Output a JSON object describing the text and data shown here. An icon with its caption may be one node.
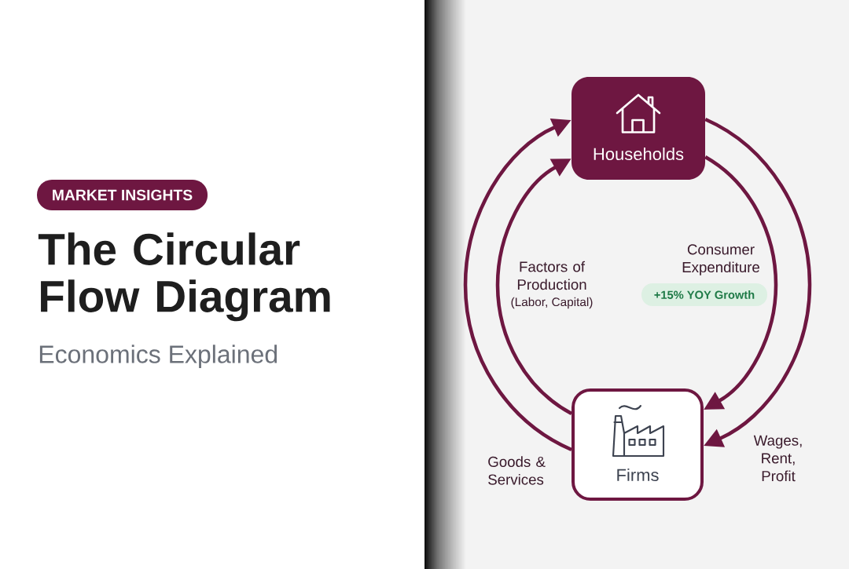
{
  "diagram": {
    "title": "The Circular Flow Diagram",
    "nodes": [
      {
        "text": [
          "MARKET INSIGHTS"
        ]
      },
      {
        "text": [
          "Households"
        ]
      },
      {
        "text": [
          "+15% YOY Growth"
        ]
      },
      {
        "text": [
          "Firms"
        ]
      }
    ],
    "edges": [
      {
        "from": 3,
        "to": 1,
        "arrow": "to",
        "label": "Goods & Services"
      },
      {
        "from": 3,
        "to": 1,
        "arrow": "to",
        "label": "Factors of Production"
      },
      {
        "from": 1,
        "to": 3,
        "arrow": "to",
        "label": "Consumer Expenditure"
      },
      {
        "from": 1,
        "to": 3,
        "arrow": "to",
        "label": "Wages, Rent, Profit"
      }
    ],
    "labels": [
      "Economics Explained",
      "(Labor, Capital)"
    ]
  }
}
